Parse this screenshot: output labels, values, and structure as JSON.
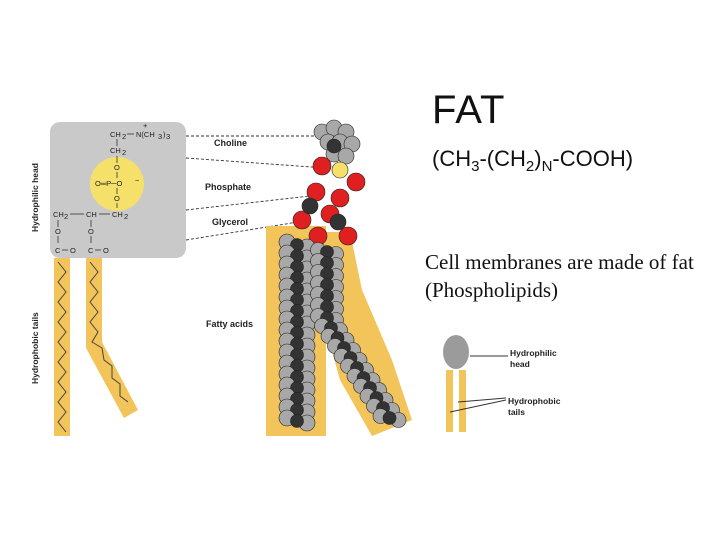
{
  "heading": {
    "title": "FAT",
    "formula": {
      "p1": "(CH",
      "s1": "3",
      "p2": "-(CH",
      "s2": "2",
      "p3": ")",
      "s3": "N",
      "p4": "-COOH)"
    }
  },
  "caption": "Cell membranes are made of fat (Phospholipids)",
  "diagram": {
    "side_labels": {
      "head": "Hydrophilic head",
      "tails": "Hydrophobic tails"
    },
    "component_labels": {
      "choline": "Choline",
      "phosphate": "Phosphate",
      "glycerol": "Glycerol",
      "fatty_acids": "Fatty acids"
    },
    "chem": {
      "ch2_top": "CH",
      "n_group": "N(CH",
      "n_close": ")",
      "plus": "+",
      "ch2_mid": "CH",
      "o_top": "O",
      "phosphate_core": "O═P─O",
      "minus": "−",
      "o_bottom": "O",
      "gly_left": "CH",
      "gly_mid": "CH",
      "gly_right": "CH",
      "o_left": "O",
      "o_right": "O",
      "c_a": "C",
      "c_b": "O",
      "c_c": "C",
      "c_d": "O",
      "sub2": "2",
      "sub3": "3"
    },
    "legend": {
      "head": "Hydrophilic head",
      "tails": "Hydrophobic tails"
    },
    "colors": {
      "head_panel": "#c9c9c9",
      "tail": "#f2c45a",
      "phosphate_circle": "#f5e06a",
      "oxygen": "#e02020",
      "carbon": "#333333",
      "hydrogen": "#a8a8a8"
    }
  }
}
